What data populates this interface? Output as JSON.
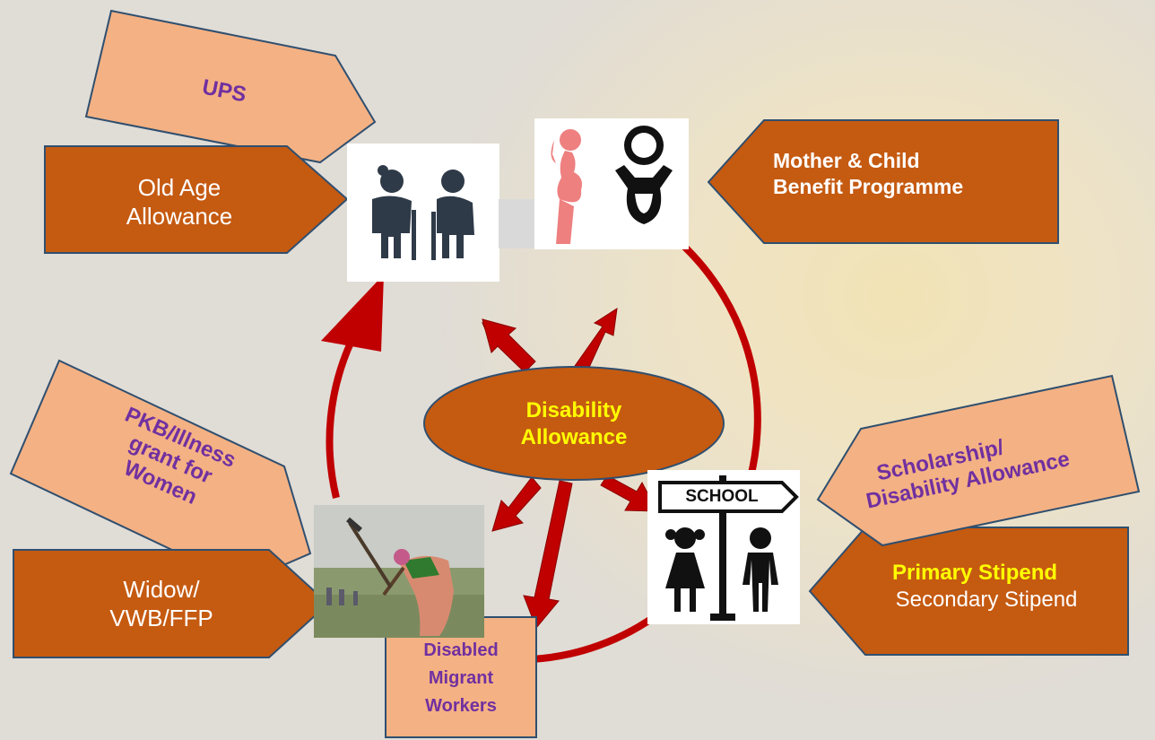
{
  "center": {
    "line1": "Disability",
    "line2": "Allowance"
  },
  "ups": {
    "text": "UPS"
  },
  "old_age": {
    "line1": "Old Age",
    "line2": "Allowance"
  },
  "mother_child": {
    "line1": "Mother & Child",
    "line2": "Benefit Programme"
  },
  "pkb": {
    "line1": "PKB/Illness",
    "line2": "grant for",
    "line3": "Women"
  },
  "widow": {
    "line1": "Widow/",
    "line2": "VWB/FFP"
  },
  "scholarship": {
    "line1": "Scholarship/",
    "line2": "Disability Allowance"
  },
  "stipend": {
    "line1": "Primary Stipend",
    "line2": "Secondary Stipend"
  },
  "migrant": {
    "line1": "Disabled",
    "line2": "Migrant",
    "line3": "Workers"
  },
  "school_sign": {
    "text": "SCHOOL"
  },
  "colors": {
    "dark_box": "#c55a11",
    "light_box": "#f4b183",
    "purple_text": "#7030a0",
    "yellow_text": "#ffff00",
    "cycle_arrow": "#c00000",
    "oval": "#c55a11"
  }
}
